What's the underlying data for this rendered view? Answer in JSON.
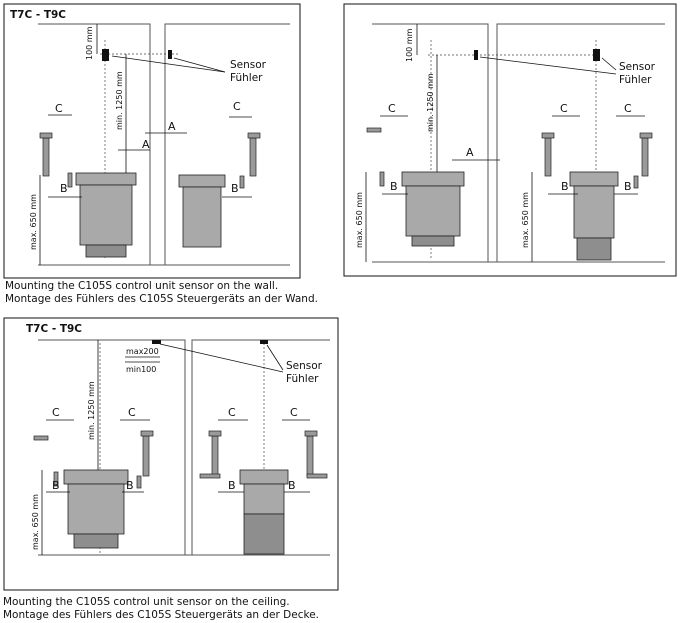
{
  "panels": {
    "wall_a": {
      "model": "T7C - T9C",
      "sensor_label": [
        "Sensor",
        "Fühler"
      ],
      "dim_100": "100 mm",
      "dim_1250": "min. 1250 mm",
      "dim_650": "max. 650 mm",
      "label_a": "A",
      "label_b": "B",
      "label_c": "C"
    },
    "wall_b": {
      "sensor_label": [
        "Sensor",
        "Fühler"
      ],
      "dim_100": "100 mm",
      "dim_1250": "min. 1250 mm",
      "dim_650": "max. 650 mm",
      "label_a": "A",
      "label_b": "B",
      "label_c": "C"
    },
    "ceiling": {
      "model": "T7C - T9C",
      "sensor_label": [
        "Sensor",
        "Fühler"
      ],
      "dim_max200": "max200",
      "dim_min100": "min100",
      "dim_1250": "min. 1250 mm",
      "dim_650": "max. 650 mm",
      "label_b": "B",
      "label_c": "C"
    }
  },
  "captions": {
    "wall": [
      "Mounting the C105S control unit sensor on the wall.",
      "Montage des Fühlers des C105S Steuergeräts an der Wand."
    ],
    "ceiling": [
      "Mounting the C105S control unit sensor on the ceiling.",
      "Montage des Fühlers des C105S Steuergeräts an der Decke."
    ]
  }
}
